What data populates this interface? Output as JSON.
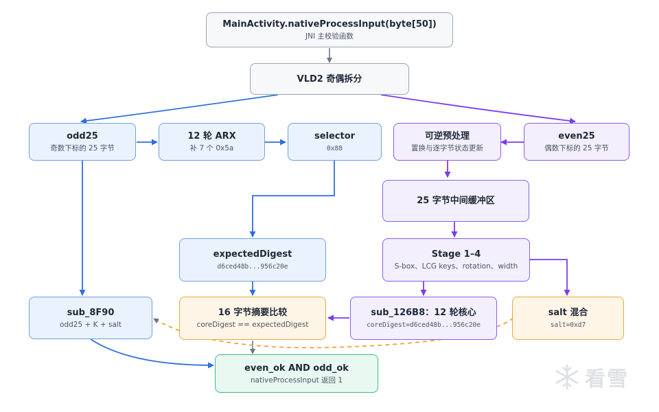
{
  "colors": {
    "gray": "#9aa4b1",
    "blue": "#2f6fde",
    "purple": "#7c3aed",
    "orange": "#f0a43a",
    "green": "#3dbb86"
  },
  "nodes": {
    "main": {
      "title": "MainActivity.nativeProcessInput(byte[50])",
      "sub": "JNI 主校验函数"
    },
    "vld2": {
      "title": "VLD2 奇偶拆分"
    },
    "odd25": {
      "title": "odd25",
      "sub": "奇数下标的 25 字节"
    },
    "arx": {
      "title": "12 轮 ARX",
      "sub": "补 7 个 0x5a"
    },
    "selector": {
      "title": "selector",
      "sub": "0x88"
    },
    "preprocess": {
      "title": "可逆预处理",
      "sub": "置换与逐字节状态更新"
    },
    "even25": {
      "title": "even25",
      "sub": "偶数下标的 25 字节"
    },
    "buffer": {
      "title": "25 字节中间缓冲区"
    },
    "expected": {
      "title": "expectedDigest",
      "sub": "d6ced48b...956c20e"
    },
    "stage": {
      "title": "Stage 1–4",
      "sub": "S-box、LCG keys、rotation、width"
    },
    "sub8f90": {
      "title": "sub_8F90",
      "sub": "odd25 + K + salt"
    },
    "compare": {
      "title": "16 字节摘要比较",
      "sub": "coreDigest == expectedDigest"
    },
    "sub126": {
      "title": "sub_126B8：12 轮核心",
      "sub": "coreDigest=d6ced48b...956c20e"
    },
    "salt": {
      "title": "salt 混合",
      "sub": "salt=0xd7"
    },
    "final": {
      "title": "even_ok AND odd_ok",
      "sub": "nativeProcessInput 返回 1"
    }
  },
  "watermark": {
    "text": "看雪",
    "icon": "snowflake-icon"
  }
}
